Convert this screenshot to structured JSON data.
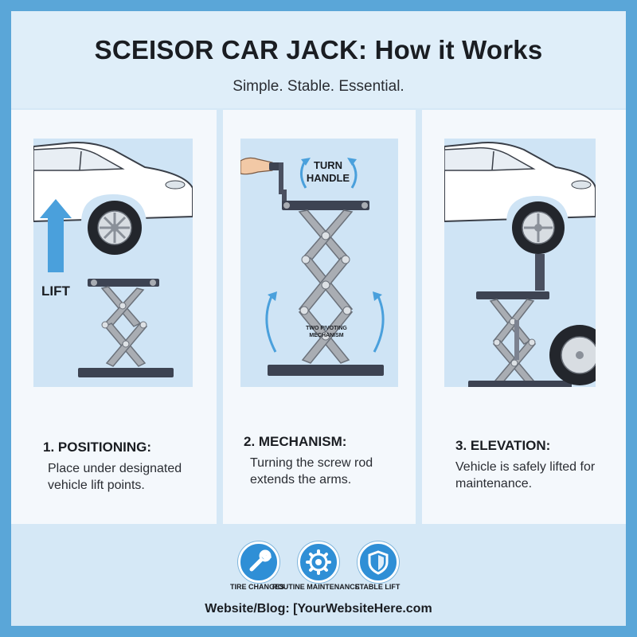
{
  "header": {
    "title": "SCEISOR CAR JACK: How it Works",
    "subtitle": "Simple. Stable. Essential."
  },
  "steps": [
    {
      "title": "1. POSITIONING:",
      "text": "Place under designated vehicle lift points.",
      "diagram_label": "LIFT"
    },
    {
      "title": "2. MECHANISM:",
      "text": "Turning the screw rod extends the arms.",
      "diagram_label_line1": "TURN",
      "diagram_label_line2": "HANDLE",
      "mechanism_label_line1": "TWO PIVOTING",
      "mechanism_label_line2": "MECHANISM"
    },
    {
      "title": "3. ELEVATION:",
      "text": "Vehicle is safely lifted for maintenance."
    }
  ],
  "footer": {
    "icons": [
      {
        "icon": "wrench-icon",
        "label": "TIRE CHANGES"
      },
      {
        "icon": "gear-icon",
        "label": "ROUTINE MAINTENANCE"
      },
      {
        "icon": "shield-icon",
        "label": "STABLE LIFT"
      }
    ],
    "website": "Website/Blog: [YourWebsiteHere.com"
  },
  "colors": {
    "frame": "#5aa6d8",
    "accent_blue": "#2f8fd6",
    "jack_gray": "#a9adb3",
    "jack_dark": "#3d4352"
  }
}
